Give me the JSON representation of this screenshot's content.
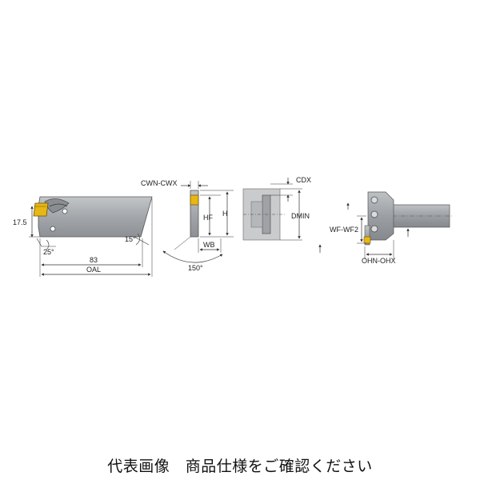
{
  "labels": {
    "dim_17_5": "17.5",
    "dim_25": "25°",
    "dim_83": "83",
    "dim_oal": "OAL",
    "dim_15": "15°",
    "dim_cwn_cwx": "CWN-CWX",
    "dim_hf": "HF",
    "dim_h": "H",
    "dim_wb": "WB",
    "dim_150": "150°",
    "dim_cdx": "CDX",
    "dim_dmin": "DMIN",
    "dim_wf_wf2": "WF-WF2",
    "dim_ohn_ohx": "OHN-OHX"
  },
  "caption": "代表画像　商品仕様をご確認ください",
  "colors": {
    "blade_body": "#a9acaf",
    "insert": "#e8b716",
    "line": "#333333",
    "workpiece": "#c7c9cb"
  }
}
